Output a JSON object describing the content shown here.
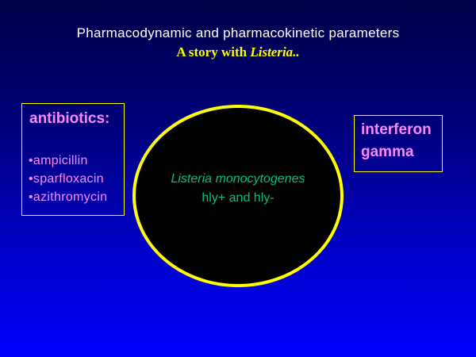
{
  "title": "Pharmacodynamic and pharmacokinetic parameters",
  "subtitle": {
    "prefix": "A story  with ",
    "italic": "Listeria.."
  },
  "antibiotics": {
    "heading": "antibiotics:",
    "items": [
      "•ampicillin",
      "•sparfloxacin",
      "•azithromycin"
    ]
  },
  "interferon": {
    "line1": "interferon",
    "line2": "gamma"
  },
  "center": {
    "line1": "Listeria monocytogenes",
    "line2": "hly+ and hly-"
  },
  "colors": {
    "accent": "#ffff00",
    "text_pink": "#ff88ff",
    "text_green": "#00c088"
  }
}
